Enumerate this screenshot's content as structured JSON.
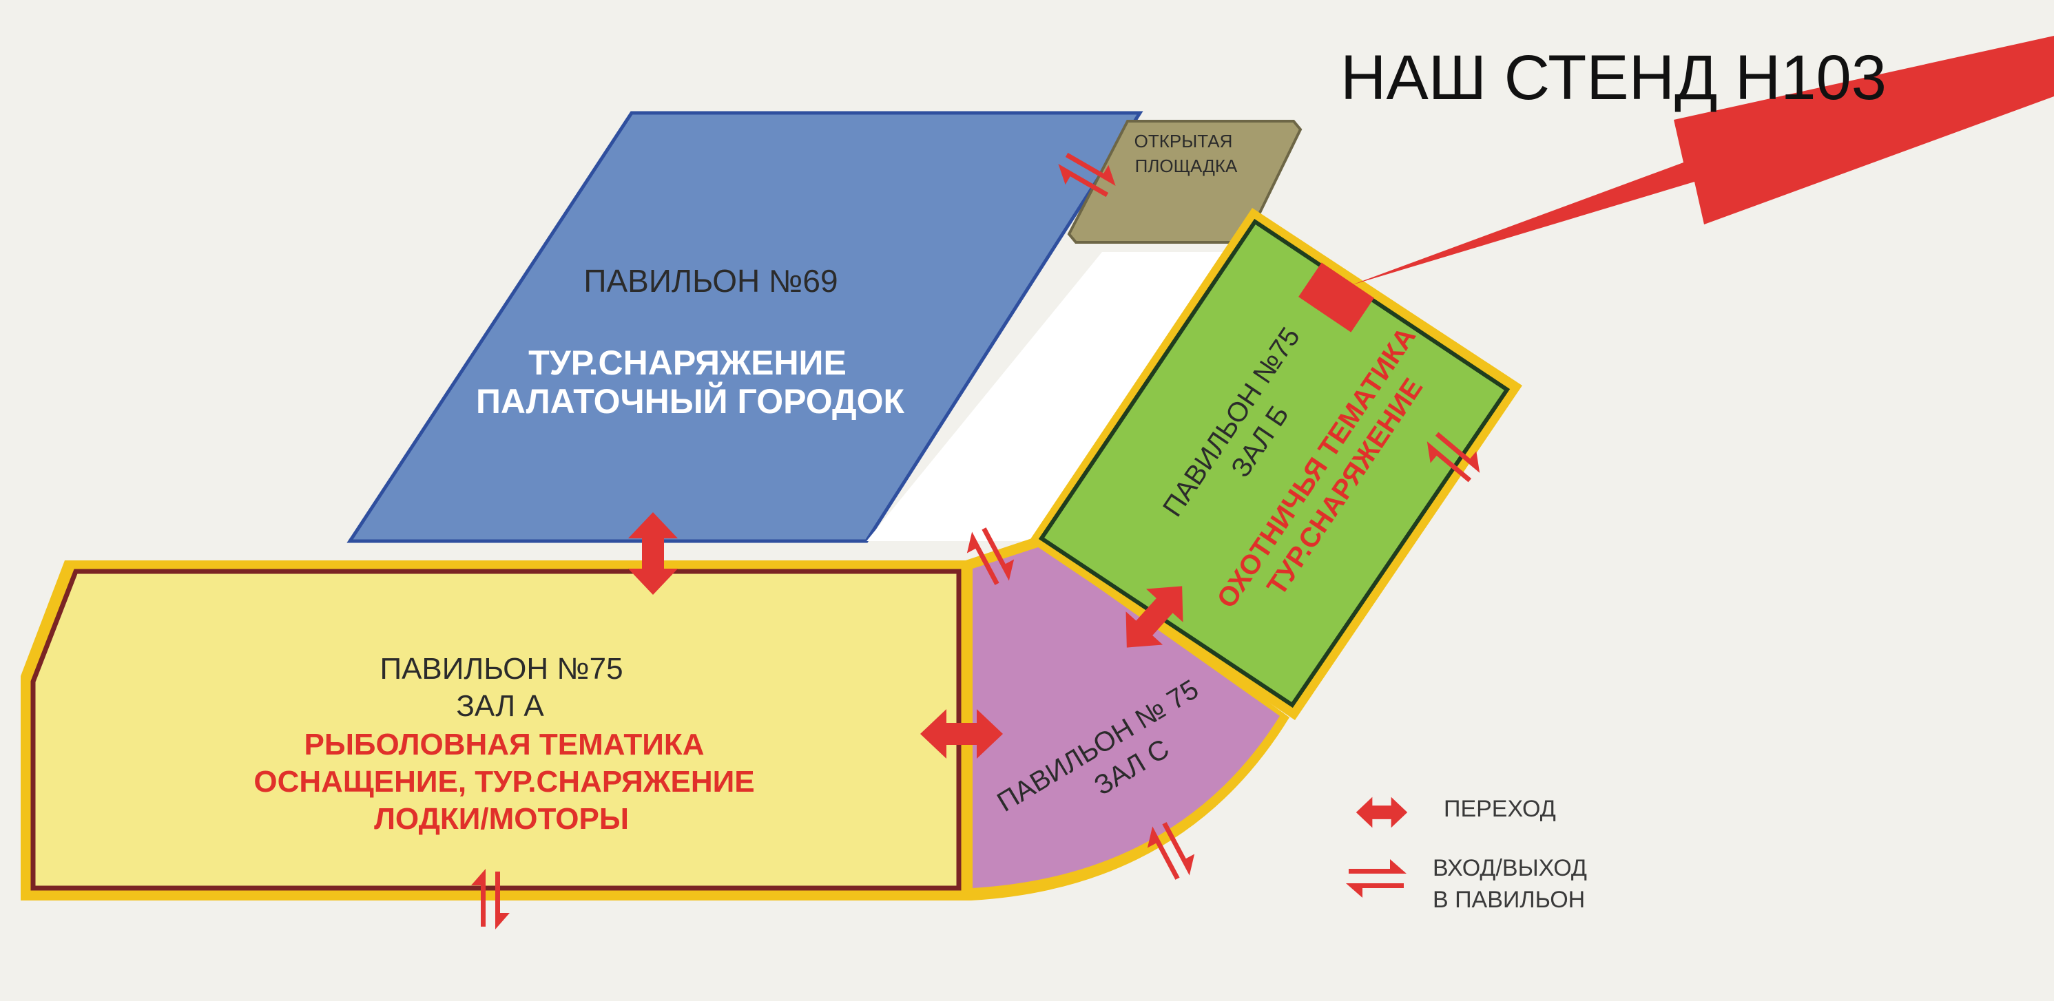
{
  "headline": "НАШ СТЕНД H103",
  "pavilion69": {
    "title": "ПАВИЛЬОН №69",
    "subtitle_line1": "ТУР.СНАРЯЖЕНИЕ",
    "subtitle_line2": "ПАЛАТОЧНЫЙ ГОРОДОК"
  },
  "open_area": {
    "line1": "ОТКРЫТАЯ",
    "line2": "ПЛОЩАДКА"
  },
  "pavilion75a": {
    "title_line1": "ПАВИЛЬОН №75",
    "title_line2": "ЗАЛ А",
    "topic_line1": "РЫБОЛОВНАЯ ТЕМАТИКА",
    "topic_line2": "ОСНАЩЕНИЕ, ТУР.СНАРЯЖЕНИЕ",
    "topic_line3": "ЛОДКИ/МОТОРЫ"
  },
  "pavilion75b": {
    "title_line1": "ПАВИЛЬОН №75",
    "title_line2": "ЗАЛ Б",
    "topic_line1": "ОХОТНИЧЬЯ ТЕМАТИКА",
    "topic_line2": "ТУР.СНАРЯЖЕНИЕ"
  },
  "pavilion75c": {
    "title_line1": "ПАВИЛЬОН № 75",
    "title_line2": "ЗАЛ С"
  },
  "legend": {
    "passage": "ПЕРЕХОД",
    "entrance_line1": "ВХОД/ВЫХОД",
    "entrance_line2": "В ПАВИЛЬОН"
  },
  "colors": {
    "pavilion69": "#6a8cc2",
    "pavilion75a": "#f5ea8a",
    "pavilion75b": "#8cc64a",
    "pavilion75c": "#c488bc",
    "open_area": "#a59c6e",
    "border_yellow": "#f2c21b",
    "arrow_red": "#e23533"
  }
}
